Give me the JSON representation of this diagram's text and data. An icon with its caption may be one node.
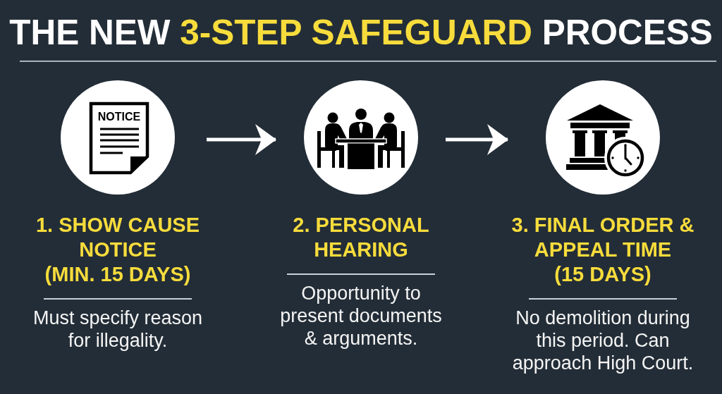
{
  "diagram": {
    "title": "THE NEW **3-STEP SAFEGUARD** PROCESS",
    "nodes": [
      {
        "text": [
          "1. SHOW CAUSE NOTICE (MIN. 15 DAYS)",
          "Must specify reason for illegality."
        ]
      },
      {
        "text": [
          "2. PERSONAL HEARING",
          "Opportunity to present documents & arguments."
        ]
      },
      {
        "text": [
          "3. FINAL ORDER & APPEAL TIME (15 DAYS)",
          "No demolition during this period. Can approach High Court."
        ]
      }
    ],
    "edges": [
      {
        "from": 0,
        "to": 1,
        "arrow": "to"
      },
      {
        "from": 1,
        "to": 2,
        "arrow": "to"
      }
    ],
    "labels": [
      "NOTICE"
    ]
  }
}
